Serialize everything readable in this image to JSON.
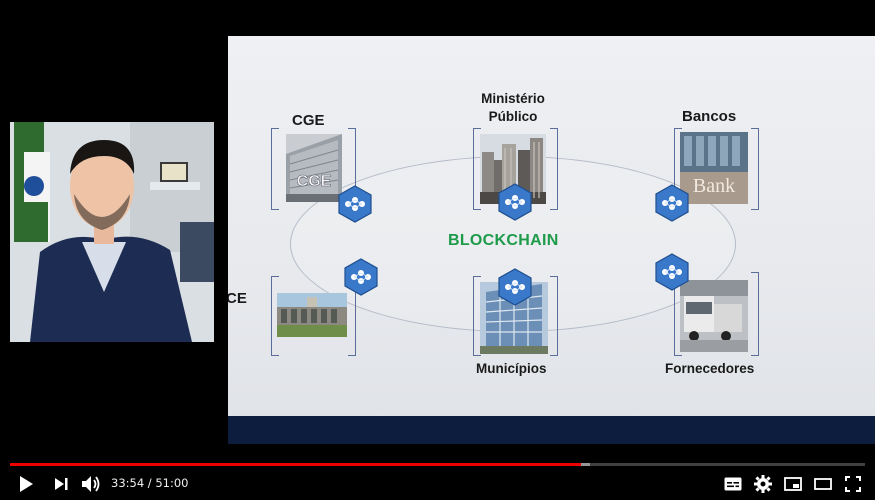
{
  "slide": {
    "center_label": "BLOCKCHAIN",
    "nodes": {
      "cge": "CGE",
      "ministerio": [
        "Ministério",
        "Público"
      ],
      "bancos": "Bancos",
      "tce": "CE",
      "municipios": "Municípios",
      "fornecedores": "Fornecedores"
    },
    "cge_logo_text": "CGE",
    "bank_sign_text": "Bank",
    "colors": {
      "blockchain_green": "#1e9b4a",
      "hex_blue": "#3a78c9",
      "footer_navy": "#0c1d3d"
    }
  },
  "player": {
    "current_time": "33:54",
    "separator": " / ",
    "duration": "51:00",
    "progress_played": 0.668,
    "progress_loaded": 0.678,
    "icons": [
      "play-icon",
      "next-icon",
      "volume-icon",
      "subtitles-icon",
      "settings-icon",
      "miniplayer-icon",
      "theater-icon",
      "fullscreen-icon"
    ],
    "progress_color": "#e00"
  }
}
